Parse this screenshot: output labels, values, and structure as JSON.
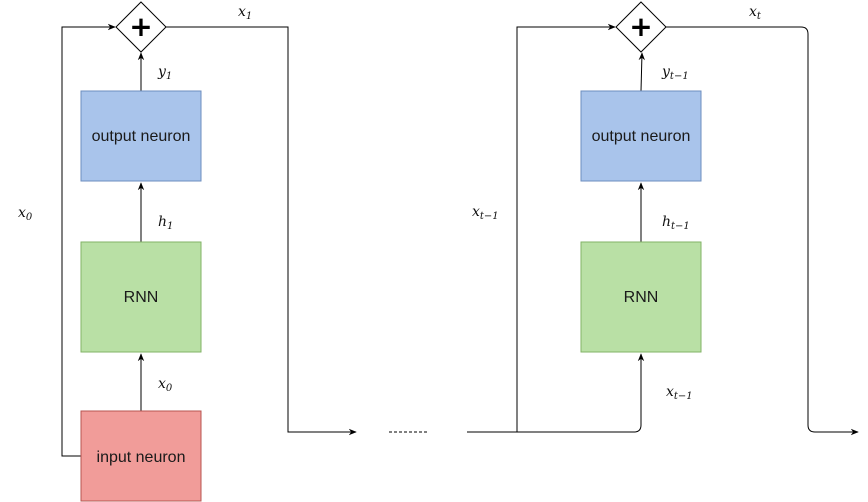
{
  "colors": {
    "input_fill": "#f19c99",
    "input_stroke": "#b85450",
    "rnn_fill": "#b9e0a5",
    "rnn_stroke": "#82b366",
    "output_fill": "#a9c4eb",
    "output_stroke": "#6c8ebf",
    "line": "#000000"
  },
  "icons": {
    "sum_node": "plus-diamond-icon",
    "continuation": "dashed-line"
  },
  "left_unit": {
    "input_box": "input neuron",
    "rnn_box": "RNN",
    "output_box": "output neuron",
    "sum_symbol": "+",
    "edge_x0_in": {
      "var": "x",
      "sub": "0"
    },
    "edge_h": {
      "var": "h",
      "sub": "1"
    },
    "edge_y": {
      "var": "y",
      "sub": "1"
    },
    "edge_x0_skip": {
      "var": "x",
      "sub": "0"
    },
    "edge_out": {
      "var": "x",
      "sub": "1"
    }
  },
  "right_unit": {
    "rnn_box": "RNN",
    "output_box": "output neuron",
    "sum_symbol": "+",
    "edge_x_in": {
      "var": "x",
      "sub": "t−1"
    },
    "edge_h": {
      "var": "h",
      "sub": "t−1"
    },
    "edge_y": {
      "var": "y",
      "sub": "t−1"
    },
    "edge_x_skip": {
      "var": "x",
      "sub": "t−1"
    },
    "edge_out": {
      "var": "x",
      "sub": "t"
    }
  }
}
